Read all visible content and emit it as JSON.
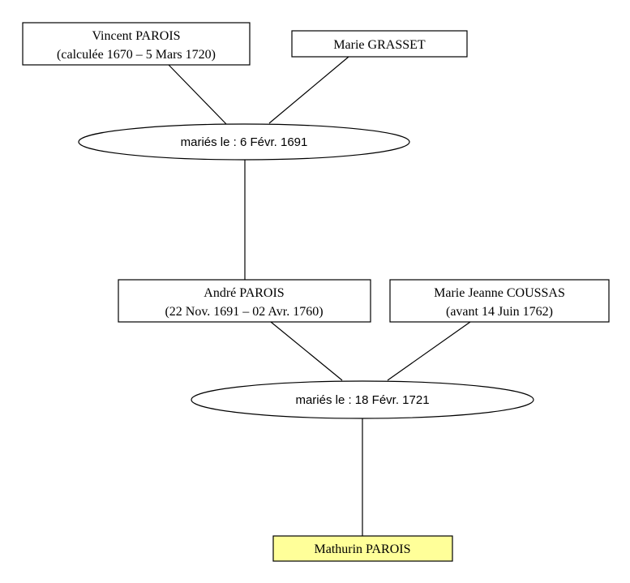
{
  "persons": {
    "vincent": {
      "name": "Vincent PAROIS",
      "dates": "(calculée 1670 – 5 Mars 1720)"
    },
    "marie_grasset": {
      "name": "Marie GRASSET"
    },
    "andre": {
      "name": "André PAROIS",
      "dates": "(22 Nov. 1691 – 02 Avr. 1760)"
    },
    "marie_jeanne": {
      "name": "Marie Jeanne COUSSAS",
      "dates": "(avant 14 Juin 1762)"
    },
    "mathurin": {
      "name": "Mathurin PAROIS"
    }
  },
  "marriages": {
    "first": {
      "label": "mariés le : 6 Févr. 1691"
    },
    "second": {
      "label": "mariés le : 18 Févr. 1721"
    }
  },
  "colors": {
    "highlight_fill": "#ffff99",
    "box_fill": "#ffffff",
    "stroke": "#000000"
  }
}
